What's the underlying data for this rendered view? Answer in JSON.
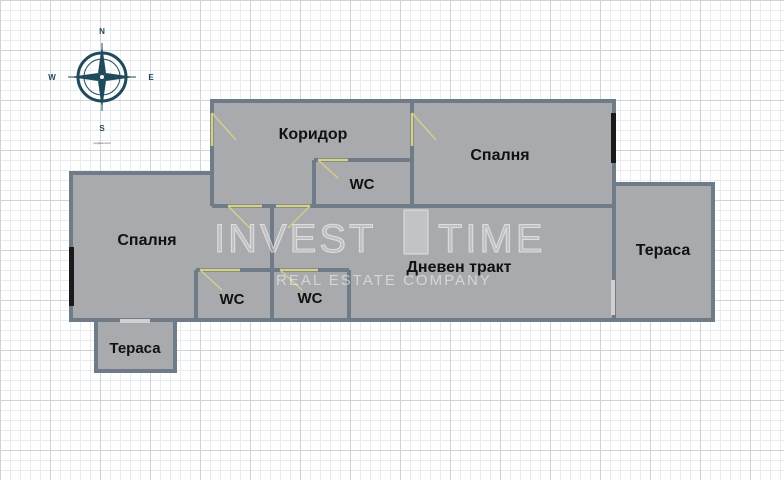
{
  "compass": {
    "north": "N",
    "south": "S",
    "east": "E",
    "west": "W",
    "brand": "pngtree.com"
  },
  "rooms": {
    "corridor": "Коридор",
    "bedroom_top": "Спалня",
    "bedroom_left": "Спалня",
    "living": "Дневен тракт",
    "terrace_right": "Тераса",
    "terrace_bottom": "Тераса",
    "wc_top": "WC",
    "wc_left": "WC",
    "wc_middle": "WC"
  },
  "watermark": {
    "main_left": "INVEST",
    "main_right": "TIME",
    "sub": "REAL ESTATE COMPANY"
  },
  "colors": {
    "floor": "#a8aaad",
    "wall": "#6f7b86",
    "window": "#1a1a1a",
    "door": "#d6cf86",
    "compass": "#1f4a5a"
  }
}
